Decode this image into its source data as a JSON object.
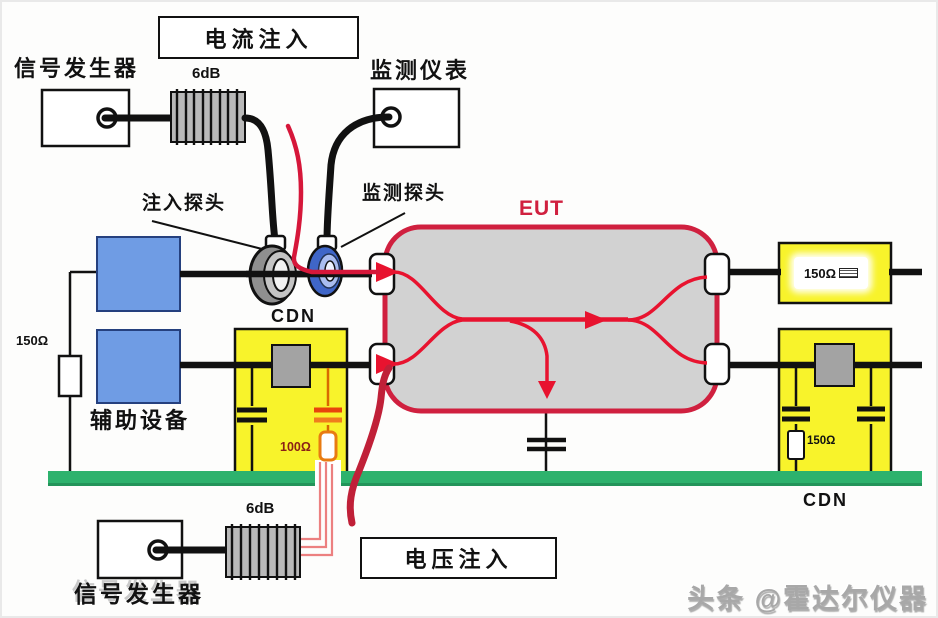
{
  "titles": {
    "current_injection": "电流注入",
    "voltage_injection": "电压注入"
  },
  "devices": {
    "signal_generator_top": "信号发生器",
    "signal_generator_bottom": "信号发生器",
    "monitoring_instrument": "监测仪表",
    "auxiliary_equipment": "辅助设备",
    "eut": "EUT"
  },
  "probes": {
    "injection_probe": "注入探头",
    "monitoring_probe": "监测探头"
  },
  "attenuators": {
    "top": "6dB",
    "bottom": "6dB"
  },
  "resistors": {
    "left": "150Ω",
    "inline_right": "150Ω",
    "cdn_right": "150Ω",
    "cdn_middle": "100Ω"
  },
  "cdn": {
    "middle": "CDN",
    "right": "CDN"
  },
  "watermark": "头条 @霍达尔仪器",
  "colors": {
    "yellow": "#f8f32b",
    "green_ground": "#2db26d",
    "blue_box": "#6f9ce4",
    "eut_fill": "#d2d2d2",
    "eut_border": "#d0203f",
    "signal_red": "#e8132f",
    "cable_red": "#c02038",
    "orange": "#e87b12",
    "pink": "#ec8080"
  }
}
